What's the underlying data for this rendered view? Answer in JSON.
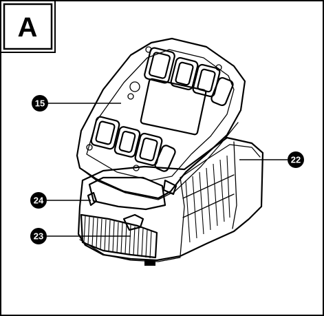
{
  "panel": {
    "letter": "A"
  },
  "callouts": {
    "battery": "15",
    "charger": "22",
    "charge_indicator": "24",
    "battery_slot": "23"
  }
}
